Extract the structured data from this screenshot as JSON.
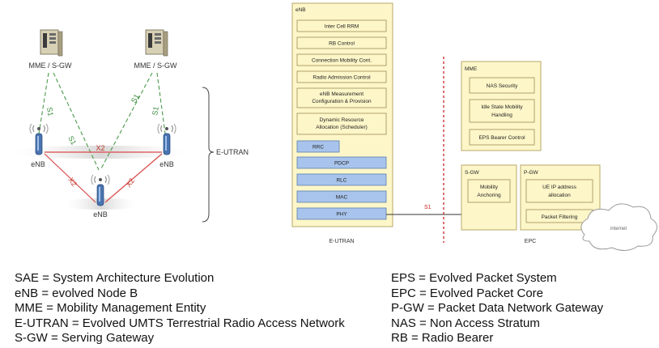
{
  "left": {
    "mme_left": "MME / S-GW",
    "mme_right": "MME / S-GW",
    "enb_left": "eNB",
    "enb_right": "eNB",
    "enb_bottom": "eNB",
    "x2_top": "X2",
    "x2_left": "X2",
    "x2_right": "X2",
    "s1_1": "S1",
    "s1_2": "S1",
    "s1_3": "S1",
    "s1_4": "S1",
    "eutran": "E-UTRAN"
  },
  "enb_block": {
    "title": "eNB",
    "rrm_items": [
      "Inter Cell RRM",
      "RB Control",
      "Connection Mobility Cont.",
      "Radio Admission Control",
      "eNB Measurement Configuration & Provision",
      "Dynamic Resource Allocation (Scheduler)"
    ],
    "rrc": "RRC",
    "stack": [
      "PDCP",
      "RLC",
      "MAC",
      "PHY"
    ],
    "caption": "E-UTRAN"
  },
  "s1_label": "S1",
  "epc": {
    "mme_title": "MME",
    "mme_items": [
      "NAS Security",
      "Idle State Mobility Handling",
      "EPS Bearer Control"
    ],
    "sgw_title": "S-GW",
    "sgw_item": "Mobility Anchoring",
    "pgw_title": "P-GW",
    "pgw_items": [
      "UE IP address allocation",
      "Packet Filtering"
    ],
    "internet": "internet",
    "caption": "EPC"
  },
  "glossary_left": [
    "SAE = System Architecture Evolution",
    "eNB = evolved Node B",
    "MME = Mobility Management Entity",
    "E-UTRAN = Evolved UMTS Terrestrial Radio Access Network",
    "S-GW = Serving Gateway"
  ],
  "glossary_right": [
    "EPS = Evolved Packet System",
    "EPC = Evolved Packet Core",
    "P-GW = Packet Data Network Gateway",
    "NAS = Non Access Stratum",
    "RB = Radio Bearer"
  ],
  "colors": {
    "box_fill": "#fdf6c8",
    "box_border": "#b8a86a",
    "stack_fill": "#a8c4ec",
    "stack_border": "#5a7db0",
    "x2_line": "#d94848",
    "s1_line": "#4c9a4c",
    "s1_divider": "#cc2222"
  }
}
